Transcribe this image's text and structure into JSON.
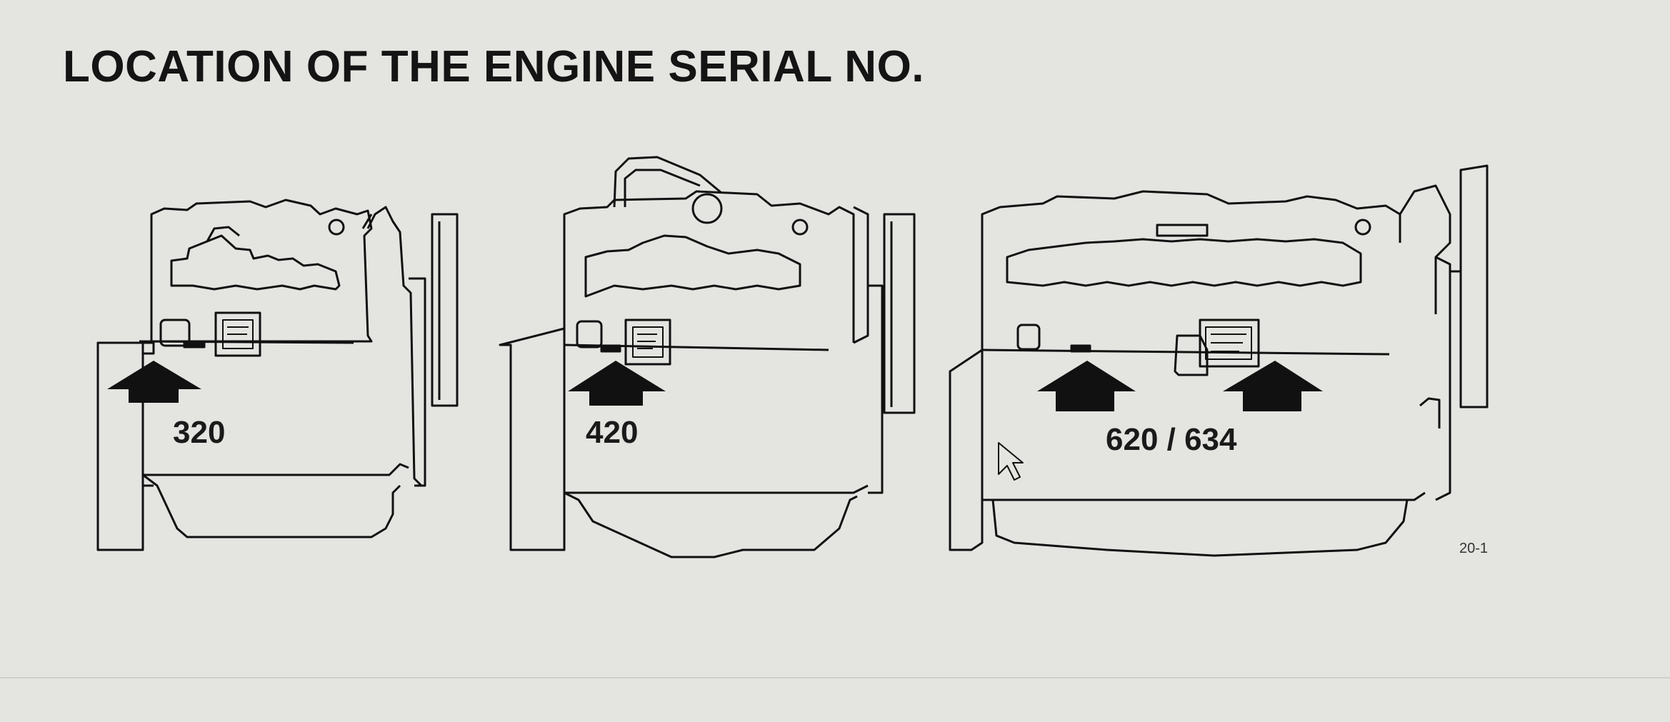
{
  "title": "LOCATION OF THE ENGINE SERIAL NO.",
  "engines": [
    {
      "model_label": "320"
    },
    {
      "model_label": "420"
    },
    {
      "model_label": "620 / 634"
    }
  ],
  "figure_number": "20-1"
}
